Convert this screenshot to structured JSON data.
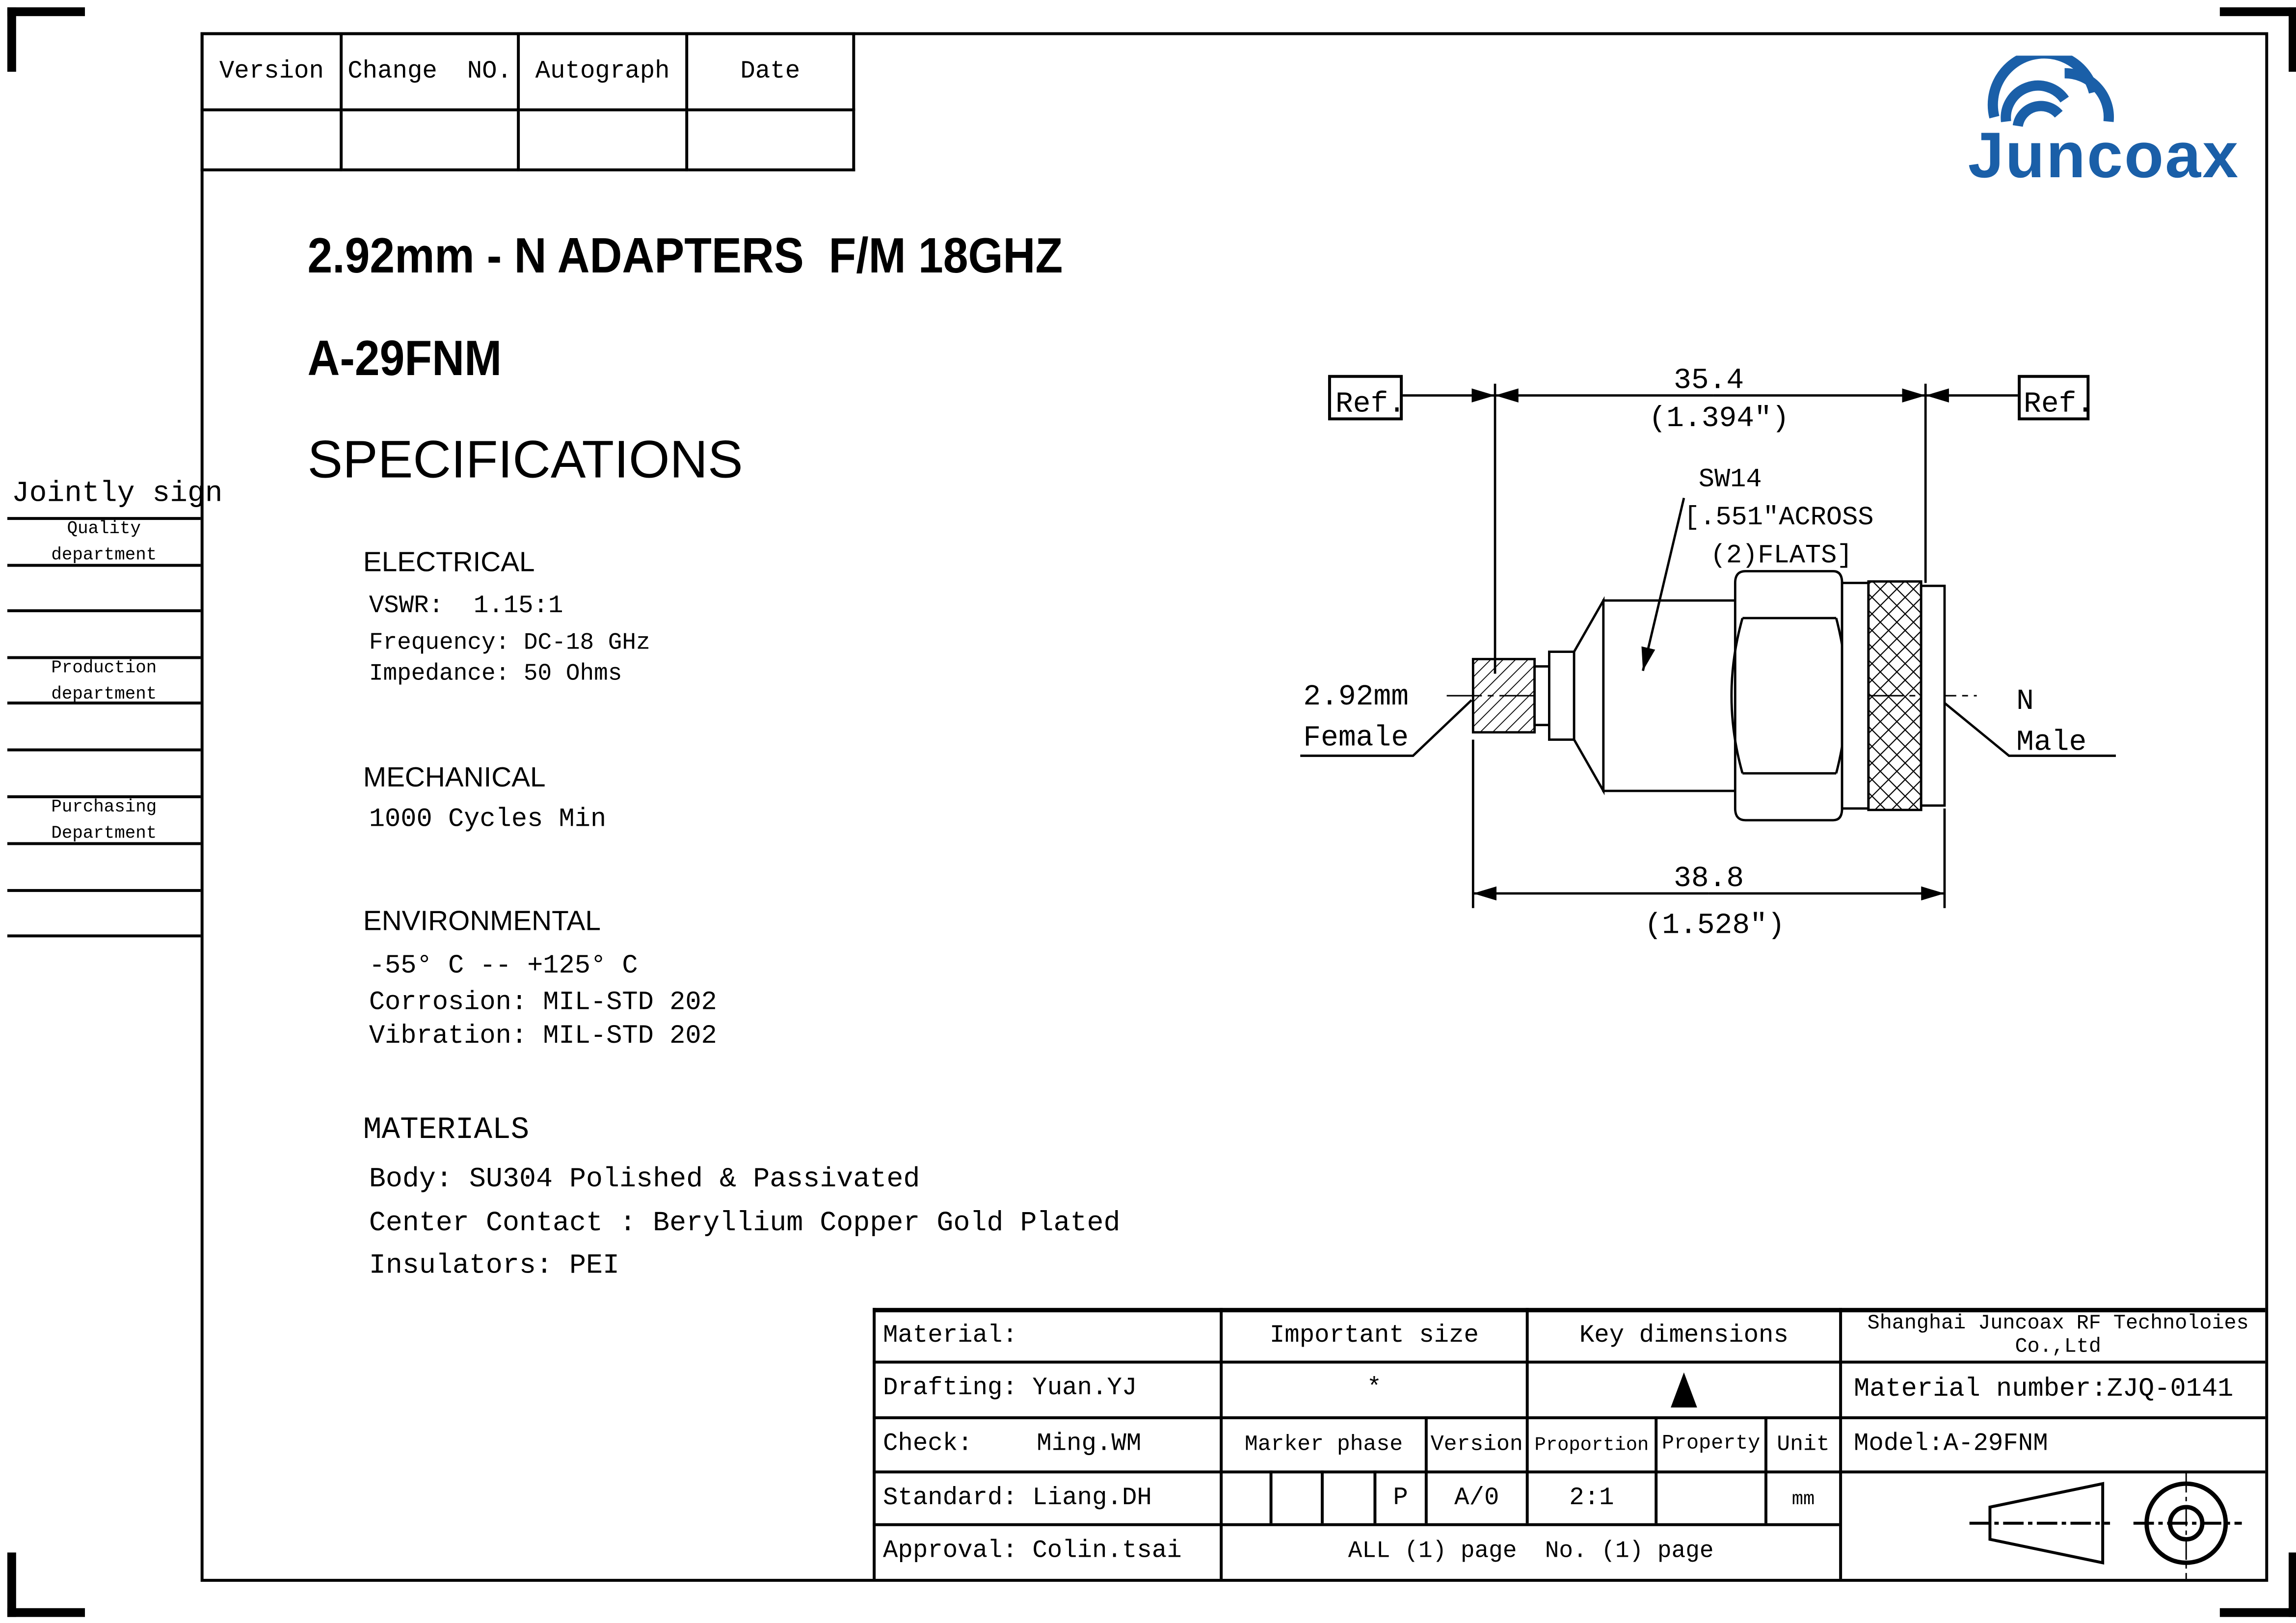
{
  "revision_table": {
    "headers": [
      "Version",
      "Change  NO.",
      "Autograph",
      "Date"
    ],
    "row": [
      "",
      "",
      "",
      ""
    ]
  },
  "logo": {
    "text": "Juncoax",
    "color": "#1a5fa8"
  },
  "title": {
    "product": "2.92mm - N ADAPTERS  F/M 18GHZ",
    "model": "A-29FNM",
    "section": "SPECIFICATIONS"
  },
  "specs": {
    "electrical": {
      "heading": "ELECTRICAL",
      "lines": [
        "VSWR:  1.15:1",
        "Frequency: DC-18 GHz",
        "Impedance: 50 Ohms"
      ]
    },
    "mechanical": {
      "heading": "MECHANICAL",
      "lines": [
        "1000 Cycles Min"
      ]
    },
    "environmental": {
      "heading": "ENVIRONMENTAL",
      "lines": [
        "-55° C -- +125° C",
        "Corrosion: MIL-STD 202",
        "Vibration: MIL-STD 202"
      ]
    },
    "materials": {
      "heading": "MATERIALS",
      "lines": [
        "Body: SU304 Polished & Passivated",
        "Center Contact : Beryllium Copper Gold Plated",
        "Insulators: PEI"
      ]
    }
  },
  "jointly_sign": {
    "title": "Jointly sign",
    "departments": [
      "Quality department",
      "Production department",
      "Purchasing Department"
    ]
  },
  "drawing": {
    "ref_left": "Ref.",
    "ref_right": "Ref.",
    "dim_top_mm": "35.4",
    "dim_top_in": "(1.394″)",
    "dim_bottom_mm": "38.8",
    "dim_bottom_in": "(1.528″)",
    "sw": "SW14",
    "sw_across": "[.551″ACROSS",
    "sw_flats": "(2)FLATS]",
    "left_label_1": "2.92mm",
    "left_label_2": "Female",
    "right_label_1": "N",
    "right_label_2": "Male"
  },
  "title_block": {
    "material": "Material:",
    "drafting": "Drafting: Yuan.YJ",
    "check_label": "Check:",
    "check_name": "Ming.WM",
    "standard": "Standard: Liang.DH",
    "approval": "Approval: Colin.tsai",
    "important_size": "Important size",
    "important_symbol": "*",
    "key_dimensions": "Key dimensions",
    "company": "Shanghai Juncoax RF Technoloies Co.,Ltd",
    "material_number": "Material number:ZJQ-0141",
    "model": "Model:A-29FNM",
    "headers": {
      "marker_phase": "Marker phase",
      "version": "Version",
      "proportion": "Proportion",
      "property": "Property",
      "unit": "Unit"
    },
    "values": {
      "marker": "P",
      "version": "A/0",
      "proportion": "2:1",
      "property": "",
      "unit": "mm"
    },
    "pages": "ALL (1) page  No. (1) page"
  }
}
